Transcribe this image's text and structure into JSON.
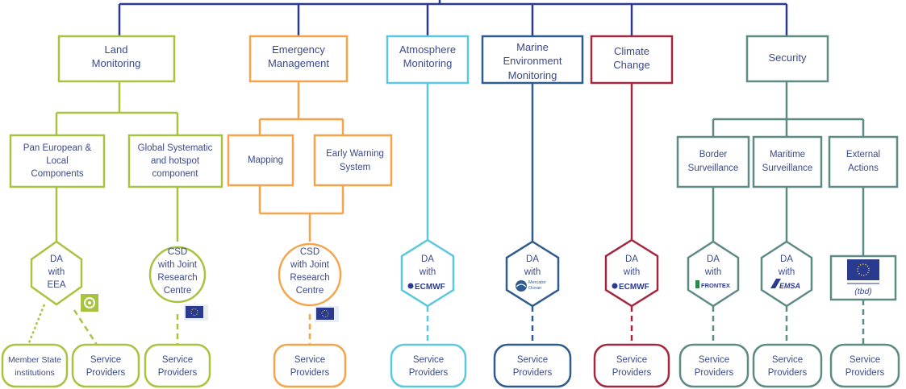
{
  "colors": {
    "top": "#2a3a8f",
    "land": "#a7c340",
    "emergency": "#f4a54a",
    "atmosphere": "#5cc8dd",
    "marine": "#2f5b8f",
    "climate": "#a3283f",
    "security": "#5e8a86",
    "text": "#3b4a8c"
  },
  "services": {
    "land": {
      "line1": "Land",
      "line2": "Monitoring"
    },
    "emergency": {
      "line1": "Emergency",
      "line2": "Management"
    },
    "atmosphere": {
      "line1": "Atmosphere",
      "line2": "Monitoring"
    },
    "marine": {
      "line1": "Marine",
      "line2": "Environment",
      "line3": "Monitoring"
    },
    "climate": {
      "line1": "Climate",
      "line2": "Change"
    },
    "security": {
      "line1": "Security"
    }
  },
  "components": {
    "pan_european": {
      "line1": "Pan European &",
      "line2": "Local",
      "line3": "Components"
    },
    "global_systematic": {
      "line1": "Global Systematic",
      "line2": "and hotspot",
      "line3": "component"
    },
    "mapping": {
      "line1": "Mapping"
    },
    "early_warning": {
      "line1": "Early Warning",
      "line2": "System"
    },
    "border": {
      "line1": "Border",
      "line2": "Surveillance"
    },
    "maritime": {
      "line1": "Maritime",
      "line2": "Surveillance"
    },
    "external": {
      "line1": "External",
      "line2": "Actions"
    }
  },
  "entrusted": {
    "da_eea": {
      "line1": "DA",
      "line2": "with",
      "line3": "EEA"
    },
    "csd_land": {
      "line1": "CSD",
      "line2": "with Joint",
      "line3": "Research",
      "line4": "Centre"
    },
    "csd_emergency": {
      "line1": "CSD",
      "line2": "with Joint",
      "line3": "Research",
      "line4": "Centre"
    },
    "da_atmosphere": {
      "line1": "DA",
      "line2": "with",
      "logo": "ECMWF"
    },
    "da_marine": {
      "line1": "DA",
      "line2": "with",
      "logo": "Mercator Ocean"
    },
    "da_climate": {
      "line1": "DA",
      "line2": "with",
      "logo": "ECMWF"
    },
    "da_border": {
      "line1": "DA",
      "line2": "with",
      "logo": "FRONTEX"
    },
    "da_maritime": {
      "line1": "DA",
      "line2": "with",
      "logo": "EMSA"
    },
    "external_tbd": {
      "label": "(tbd)"
    }
  },
  "providers": {
    "member_state": {
      "line1": "Member State",
      "line2": "institutions"
    },
    "land_a": {
      "line1": "Service",
      "line2": "Providers"
    },
    "land_b": {
      "line1": "Service",
      "line2": "Providers"
    },
    "emergency": {
      "line1": "Service",
      "line2": "Providers"
    },
    "atmosphere": {
      "line1": "Service",
      "line2": "Providers"
    },
    "marine": {
      "line1": "Service",
      "line2": "Providers"
    },
    "climate": {
      "line1": "Service",
      "line2": "Providers"
    },
    "border": {
      "line1": "Service",
      "line2": "Providers"
    },
    "maritime": {
      "line1": "Service",
      "line2": "Providers"
    },
    "external": {
      "line1": "Service",
      "line2": "Providers"
    }
  },
  "icons": [
    "eea-emblem-icon",
    "eu-flag-icon",
    "ecmwf-logo-icon",
    "mercator-ocean-logo-icon",
    "frontex-logo-icon",
    "emsa-logo-icon"
  ]
}
